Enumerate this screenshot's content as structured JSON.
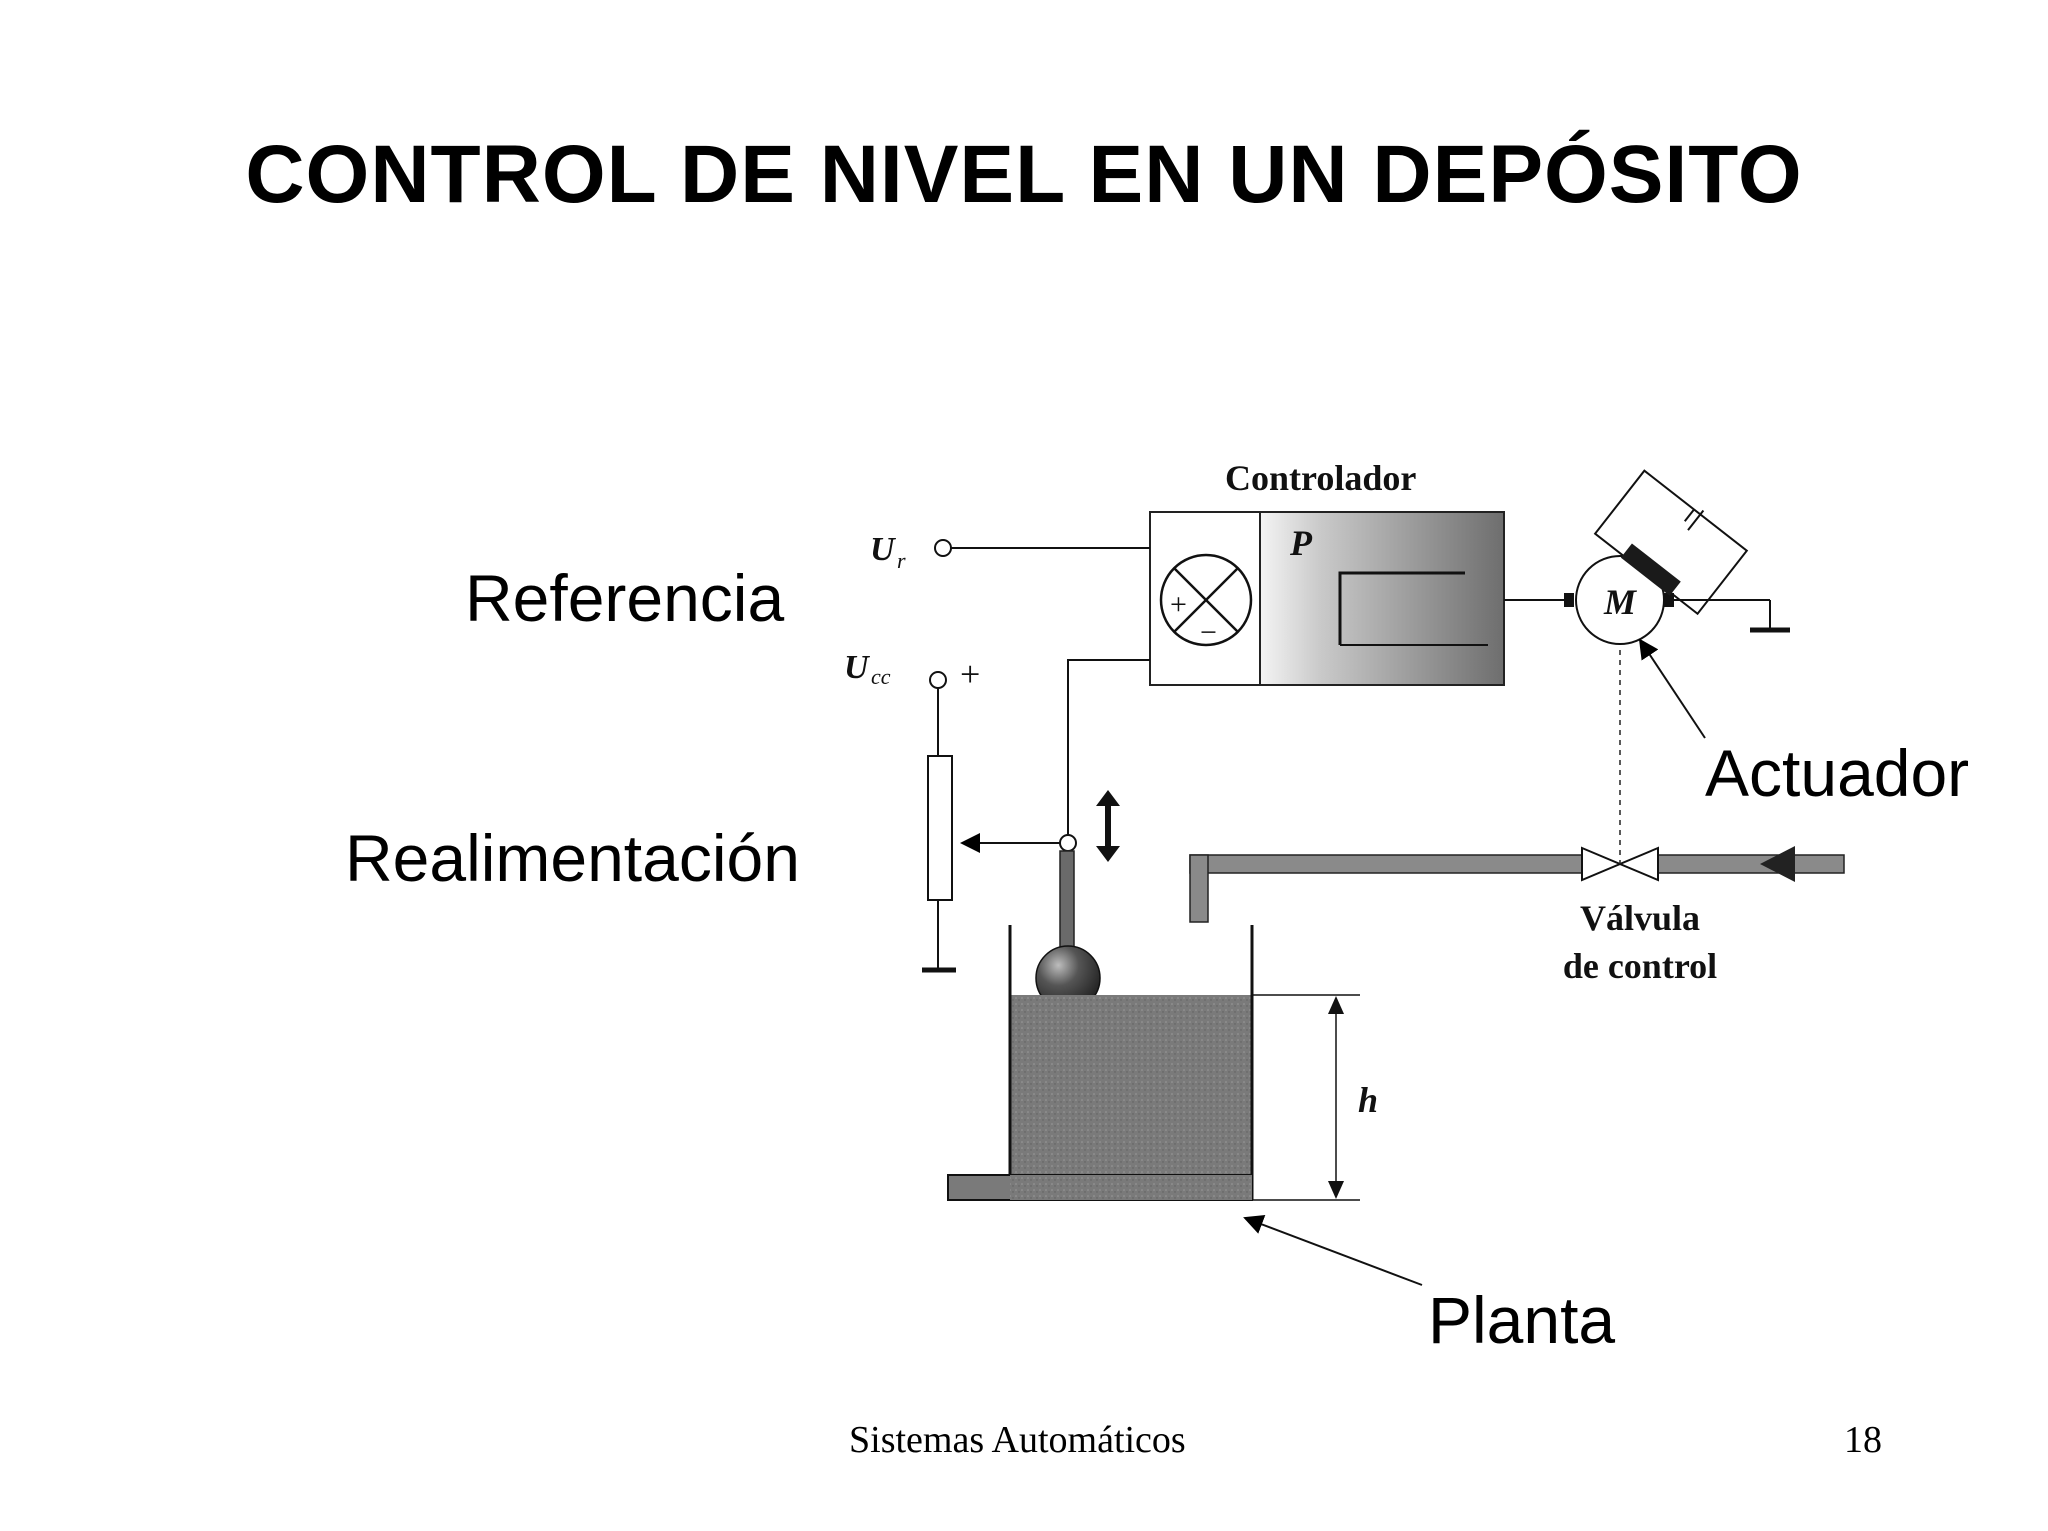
{
  "slide": {
    "title": "CONTROL DE NIVEL EN UN DEPÓSITO",
    "footer_text": "Sistemas Automáticos",
    "page_number": "18"
  },
  "callouts": {
    "referencia": "Referencia",
    "realimentacion": "Realimentación",
    "actuador": "Actuador",
    "planta": "Planta"
  },
  "diagram": {
    "controller_label": "Controlador",
    "proportional_label": "P",
    "motor_label": "M",
    "ref_voltage_main": "U",
    "ref_voltage_sub": "r",
    "supply_voltage_main": "U",
    "supply_voltage_sub": "cc",
    "supply_plus": "+",
    "comparator_plus": "+",
    "comparator_minus": "−",
    "valve_label_line1": "Válvula",
    "valve_label_line2": "de control",
    "level_label": "h"
  }
}
